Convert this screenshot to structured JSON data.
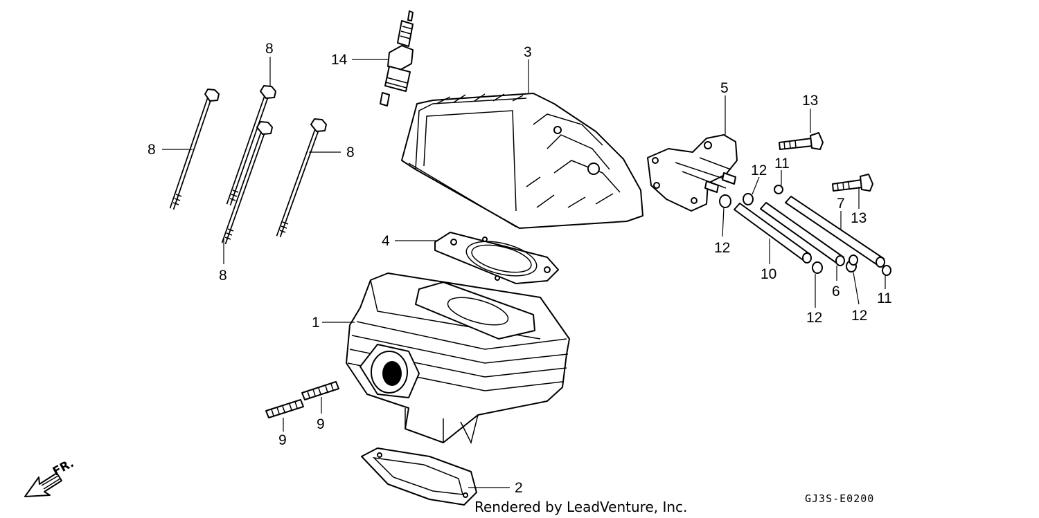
{
  "diagram": {
    "callouts": {
      "c1": "1",
      "c2": "2",
      "c3": "3",
      "c4": "4",
      "c5": "5",
      "c6": "6",
      "c7": "7",
      "c8a": "8",
      "c8b": "8",
      "c8c": "8",
      "c8d": "8",
      "c9a": "9",
      "c9b": "9",
      "c10": "10",
      "c11a": "11",
      "c11b": "11",
      "c12a": "12",
      "c12b": "12",
      "c12c": "12",
      "c12d": "12",
      "c13a": "13",
      "c13b": "13",
      "c14": "14"
    },
    "front_marker": "FR.",
    "diagram_code": "GJ3S-E0200",
    "credit": "Rendered by LeadVenture, Inc."
  }
}
